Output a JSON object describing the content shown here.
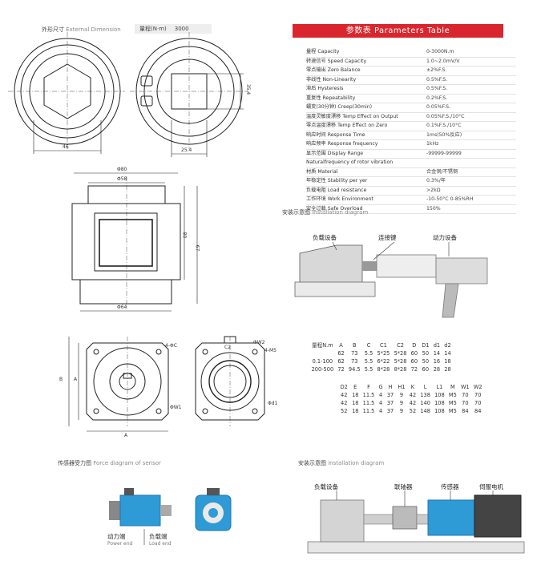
{
  "external": {
    "title_cn": "外形尺寸",
    "title_en": "External Dimension",
    "range_label": "量程(N·m)",
    "range_value": "3000"
  },
  "params_header": "参数表  Parameters Table",
  "params": [
    {
      "k": "量程 Capacity",
      "v": "0-3000N.m"
    },
    {
      "k": "转速信号 Speed Capacity",
      "v": "1.0~2.0mV/V"
    },
    {
      "k": "零点输出 Zero Balance",
      "v": "±2%F.S."
    },
    {
      "k": "非线性 Non-Linearity",
      "v": "0.5%F.S."
    },
    {
      "k": "滞后 Hysteresis",
      "v": "0.5%F.S."
    },
    {
      "k": "重复性 Repeatability",
      "v": "0.2%F.S."
    },
    {
      "k": "蠕变(30分钟) Creep(30min)",
      "v": "0.05%F.S."
    },
    {
      "k": "温度灵敏度漂移 Temp Effect on Output",
      "v": "0.05%F.S./10°C"
    },
    {
      "k": "零点温度漂移 Temp Effect on Zero",
      "v": "0.1%F.S./10°C"
    },
    {
      "k": "响应时间 Response Time",
      "v": "1ms(50%反应)"
    },
    {
      "k": "响应频率 Response frequency",
      "v": "1kHz"
    },
    {
      "k": "显示范围 Display Range",
      "v": "-99999-99999"
    },
    {
      "k": "Naturalfrequency of rotor vibration",
      "v": ""
    },
    {
      "k": "材质 Material",
      "v": "合金钢/不锈钢"
    },
    {
      "k": "年稳定性 Stability per yer",
      "v": "0.3%/年"
    },
    {
      "k": "负载电阻 Load resistance",
      "v": ">2kΩ"
    },
    {
      "k": "工作环境 Work Environment",
      "v": "-10-50°C   0-85%RH"
    },
    {
      "k": "安全过载 Safe Overload",
      "v": "150%"
    }
  ],
  "install1": {
    "title_cn": "安装示意图",
    "title_en": "installation diagram",
    "load": "负载设备",
    "key": "连接键",
    "power": "动力设备"
  },
  "dims_top": {
    "labels": [
      "46",
      "25.4",
      "35.4"
    ]
  },
  "dims_mid": {
    "labels": [
      "Φ80",
      "Φ58",
      "80",
      "67",
      "Φ64"
    ]
  },
  "dims_bot": {
    "labels": [
      "4-ΦC",
      "ΦW1",
      "B",
      "A",
      "A",
      "C2",
      "ΦW2",
      "4-M5",
      "Φd1"
    ]
  },
  "table1": {
    "header": [
      "量程N.m",
      "A",
      "B",
      "C",
      "C1",
      "C2",
      "D",
      "D1",
      "d1",
      "d2"
    ],
    "rows": [
      [
        "",
        "62",
        "73",
        "5.5",
        "5*25",
        "5*28",
        "60",
        "50",
        "14",
        "14"
      ],
      [
        "0.1-100",
        "62",
        "73",
        "5.5",
        "6*22",
        "5*28",
        "60",
        "50",
        "16",
        "18"
      ],
      [
        "200-500",
        "72",
        "94.5",
        "5.5",
        "8*28",
        "8*28",
        "72",
        "60",
        "28",
        "28"
      ]
    ]
  },
  "table2": {
    "header": [
      "D2",
      "E",
      "F",
      "G",
      "H",
      "H1",
      "K",
      "L",
      "L1",
      "M",
      "W1",
      "W2"
    ],
    "rows": [
      [
        "42",
        "18",
        "11.5",
        "4",
        "37",
        "9",
        "42",
        "138",
        "108",
        "M5",
        "70",
        "70"
      ],
      [
        "42",
        "18",
        "11.5",
        "4",
        "37",
        "9",
        "42",
        "140",
        "108",
        "M5",
        "70",
        "70"
      ],
      [
        "52",
        "18",
        "11.5",
        "4",
        "37",
        "9",
        "52",
        "148",
        "108",
        "M5",
        "84",
        "84"
      ]
    ]
  },
  "force": {
    "title_cn": "传感器受力图",
    "title_en": "Force diagram of sensor",
    "power_cn": "动力端",
    "power_en": "Power end",
    "load_cn": "负载端",
    "load_en": "Load end"
  },
  "install2": {
    "title_cn": "安装示意图",
    "title_en": "installation diagram",
    "labels": [
      "负载设备",
      "联轴器",
      "传感器",
      "伺服电机"
    ]
  },
  "colors": {
    "accent": "#d9262e",
    "sensor_blue": "#2e9ad6"
  }
}
